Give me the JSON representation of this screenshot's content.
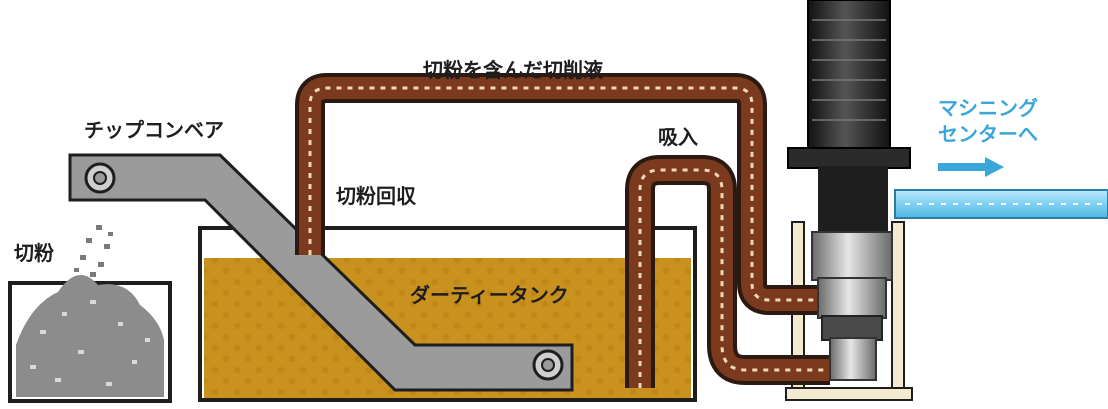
{
  "labels": {
    "cutting_fluid": "切粉を含んだ切削液",
    "chip_conveyor": "チップコンベア",
    "chip_recovery": "切粉回収",
    "suction": "吸入",
    "chips": "切粉",
    "dirty_tank": "ダーティータンク",
    "machining_center_line1": "マシニング",
    "machining_center_line2": "センターへ"
  },
  "colors": {
    "pipe_brown": "#7b3a1e",
    "pipe_outline": "#2a1a12",
    "tank_fluid": "#c9911e",
    "conveyor_gray": "#9b9b9b",
    "outlet_blue": "#7fd0f2",
    "label_blue": "#3aa6d9",
    "pump_dark": "#222222"
  },
  "icons": {
    "flow_arrow": "chevron-arrow-icon",
    "pulley": "pulley-icon",
    "direction": "right-arrow-icon"
  }
}
